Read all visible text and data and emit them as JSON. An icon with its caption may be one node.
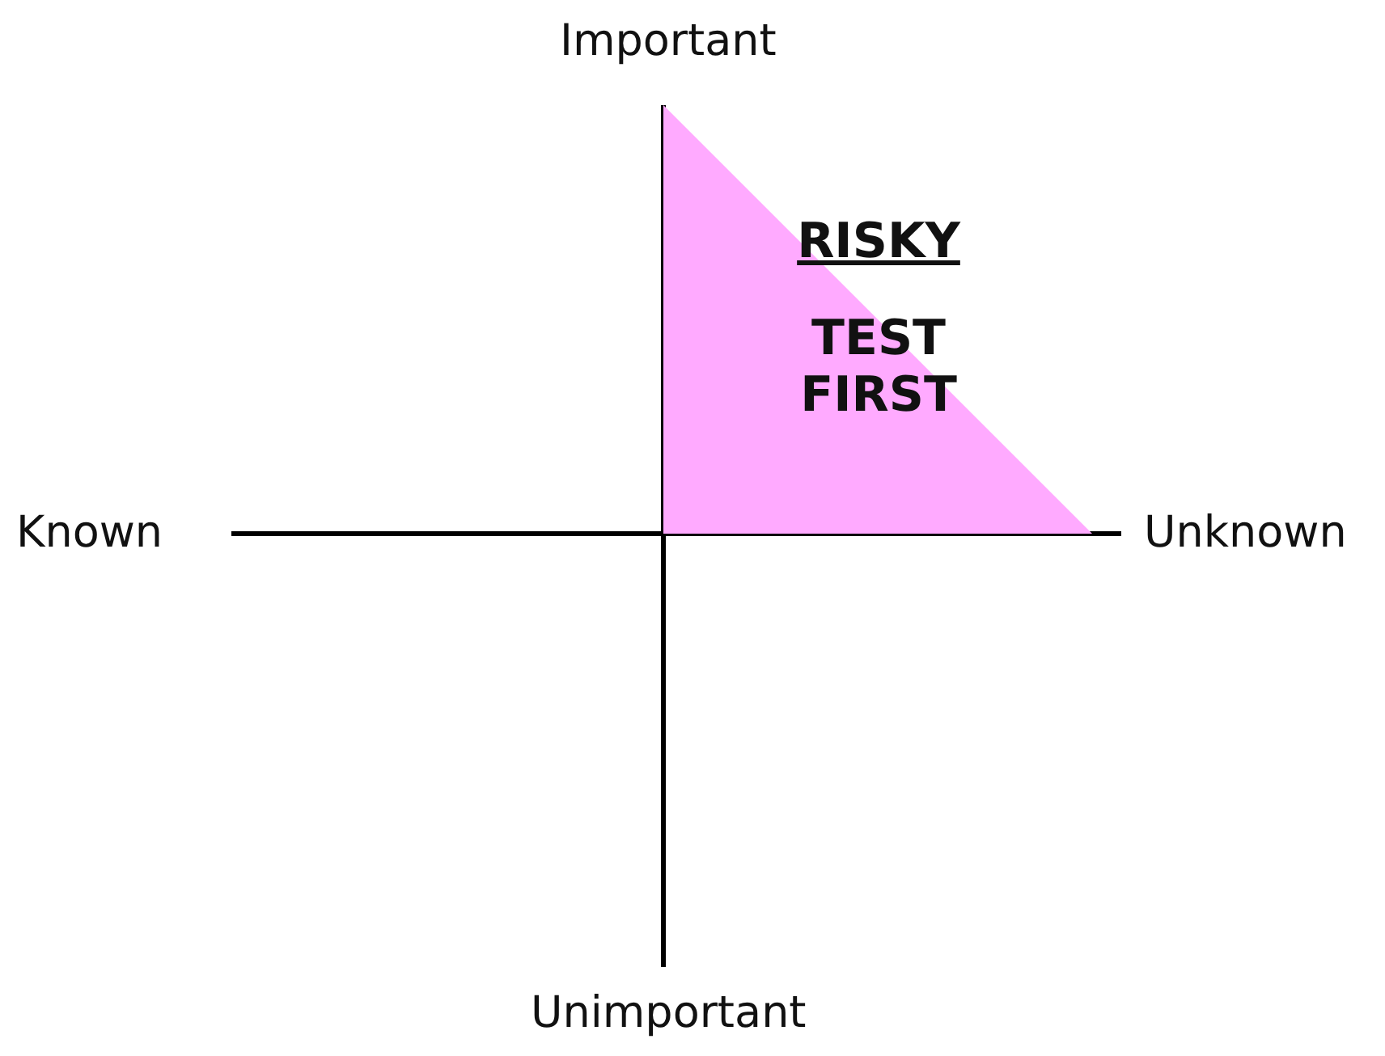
{
  "diagram": {
    "nodes": [
      {
        "text": [
          "RISKY",
          "TEST FIRST"
        ]
      }
    ],
    "labels": [
      "Important",
      "Known",
      "Unknown",
      "Unimportant"
    ]
  }
}
